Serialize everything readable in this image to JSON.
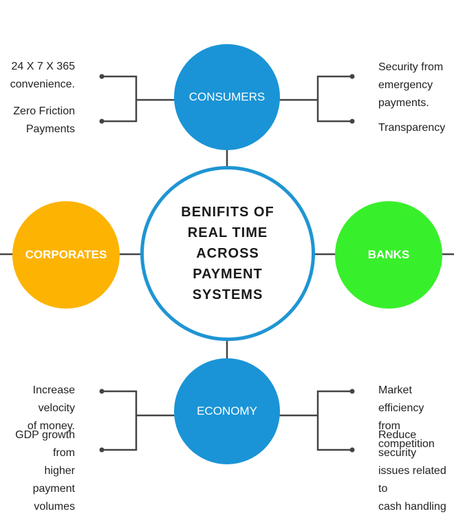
{
  "center": {
    "title": "BENIFITS OF\nREAL TIME\nACROSS\nPAYMENT\nSYSTEMS",
    "ring_color": "#1f95d3"
  },
  "nodes": {
    "consumers": {
      "label": "CONSUMERS",
      "color": "#1a94d6"
    },
    "corporates": {
      "label": "CORPORATES",
      "color": "#fdb302"
    },
    "banks": {
      "label": "BANKS",
      "color": "#38ef2b"
    },
    "economy": {
      "label": "ECONOMY",
      "color": "#1a94d6"
    }
  },
  "benefits": {
    "consumers_left": [
      "24 X 7 X 365\nconvenience.",
      "Zero Friction\nPayments"
    ],
    "consumers_right": [
      "Security from\nemergency\npayments.",
      "Transparency"
    ],
    "economy_left": [
      "Increase velocity\nof money.",
      "GDP growth from\nhigher payment\nvolumes"
    ],
    "economy_right": [
      "Market efficiency\nfrom competition",
      "Reduce security\nissues related to\ncash handling"
    ]
  },
  "connector_color": "#444444"
}
